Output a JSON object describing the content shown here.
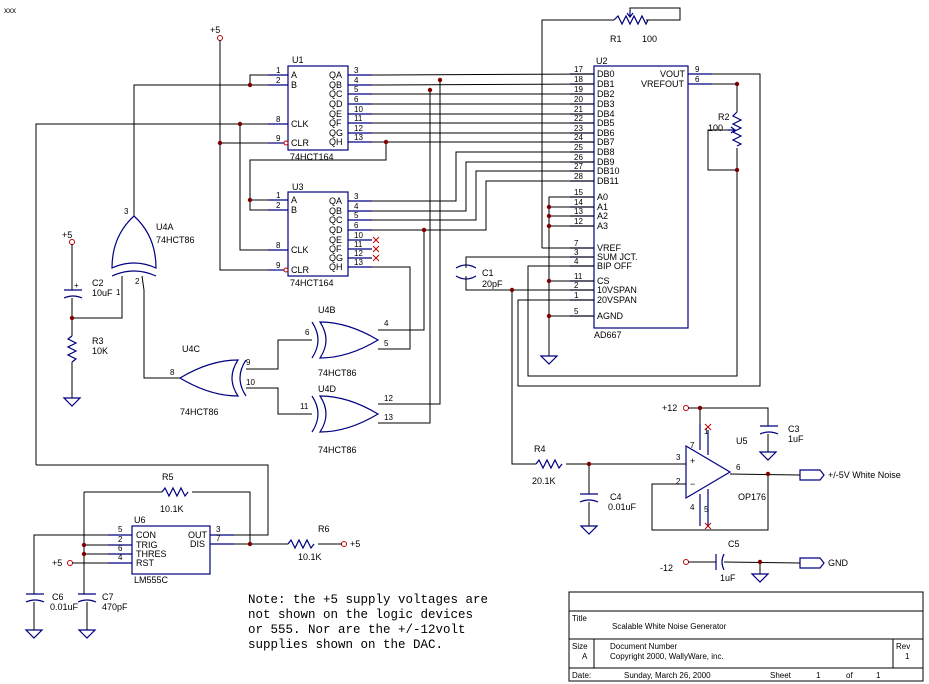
{
  "corner_mark": "xxx",
  "components": {
    "u1": {
      "ref": "U1",
      "part": "74HCT164",
      "pins_left": [
        "A",
        "B",
        "CLK",
        "CLR"
      ],
      "pins_right": [
        "QA",
        "QB",
        "QC",
        "QD",
        "QE",
        "QF",
        "QG",
        "QH"
      ],
      "pin_nums_left": [
        "1",
        "2",
        "8",
        "9"
      ],
      "pin_nums_right": [
        "3",
        "4",
        "5",
        "6",
        "10",
        "11",
        "12",
        "13"
      ]
    },
    "u3": {
      "ref": "U3",
      "part": "74HCT164",
      "pins_left": [
        "A",
        "B",
        "CLK",
        "CLR"
      ],
      "pins_right": [
        "QA",
        "QB",
        "QC",
        "QD",
        "QE",
        "QF",
        "QG",
        "QH"
      ],
      "pin_nums_left": [
        "1",
        "2",
        "8",
        "9"
      ],
      "pin_nums_right": [
        "3",
        "4",
        "5",
        "6",
        "10",
        "11",
        "12",
        "13"
      ]
    },
    "u2": {
      "ref": "U2",
      "part": "AD667",
      "db_pins": [
        "DB0",
        "DB1",
        "DB2",
        "DB3",
        "DB4",
        "DB5",
        "DB6",
        "DB7",
        "DB8",
        "DB9",
        "DB10",
        "DB11"
      ],
      "db_nums": [
        "17",
        "18",
        "19",
        "20",
        "21",
        "22",
        "23",
        "24",
        "25",
        "26",
        "27",
        "28"
      ],
      "a_pins": [
        "A0",
        "A1",
        "A2",
        "A3"
      ],
      "a_nums": [
        "15",
        "14",
        "13",
        "12"
      ],
      "ctrl_pins": [
        "VREF",
        "SUM JCT.",
        "BIP OFF",
        "CS",
        "10VSPAN",
        "20VSPAN",
        "AGND"
      ],
      "ctrl_nums": [
        "7",
        "3",
        "4",
        "11",
        "2",
        "1",
        "5"
      ],
      "out_pins": [
        "VOUT",
        "VREFOUT"
      ],
      "out_nums": [
        "9",
        "6"
      ]
    },
    "u4a": {
      "ref": "U4A",
      "part": "74HCT86",
      "pins": [
        "3",
        "1",
        "2"
      ]
    },
    "u4b": {
      "ref": "U4B",
      "part": "74HCT86",
      "pins": [
        "6",
        "4",
        "5"
      ]
    },
    "u4c": {
      "ref": "U4C",
      "part": "74HCT86",
      "pins": [
        "8",
        "9",
        "10"
      ]
    },
    "u4d": {
      "ref": "U4D",
      "part": "74HCT86",
      "pins": [
        "11",
        "12",
        "13"
      ]
    },
    "u5": {
      "ref": "U5",
      "part": "OP176",
      "pins": [
        "3",
        "2",
        "6",
        "7",
        "4",
        "1",
        "5"
      ]
    },
    "u6": {
      "ref": "U6",
      "part": "LM555C",
      "pins_left": [
        "CON",
        "TRIG",
        "THRES",
        "RST"
      ],
      "pin_nums_left": [
        "5",
        "2",
        "6",
        "4"
      ],
      "pins_right": [
        "OUT",
        "DIS"
      ],
      "pin_nums_right": [
        "3",
        "7"
      ]
    },
    "r1": {
      "ref": "R1",
      "value": "100"
    },
    "r2": {
      "ref": "R2",
      "value": "100"
    },
    "r3": {
      "ref": "R3",
      "value": "10K"
    },
    "r4": {
      "ref": "R4",
      "value": "20.1K"
    },
    "r5": {
      "ref": "R5",
      "value": "10.1K"
    },
    "r6": {
      "ref": "R6",
      "value": "10.1K"
    },
    "c1": {
      "ref": "C1",
      "value": "20pF"
    },
    "c2": {
      "ref": "C2",
      "value": "10uF"
    },
    "c3": {
      "ref": "C3",
      "value": "1uF"
    },
    "c4": {
      "ref": "C4",
      "value": "0.01uF"
    },
    "c5": {
      "ref": "C5",
      "value": "1uF"
    },
    "c6": {
      "ref": "C6",
      "value": "0.01uF"
    },
    "c7": {
      "ref": "C7",
      "value": "470pF"
    }
  },
  "power_labels": {
    "p5": "+5",
    "p12": "+12",
    "m12": "-12"
  },
  "port_labels": {
    "white_noise": "+/-5V White Noise",
    "gnd": "GND"
  },
  "note_lines": [
    "Note: the +5 supply voltages are",
    "not shown on the logic devices",
    "or 555. Nor are the +/-12volt",
    "supplies shown on the DAC."
  ],
  "title_block": {
    "title_label": "Title",
    "title": "Scalable White Noise Generator",
    "size_label": "Size",
    "size": "A",
    "doc_label": "Document Number",
    "doc": "Copyright 2000, WallyWare, inc.",
    "rev_label": "Rev",
    "rev": "1",
    "date_label": "Date:",
    "date": "Sunday, March 26, 2000",
    "sheet_label": "Sheet",
    "sheet": "1",
    "of_label": "of",
    "of": "1"
  }
}
